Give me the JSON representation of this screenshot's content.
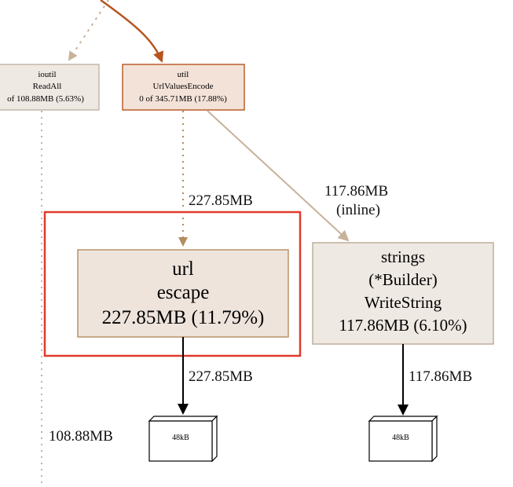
{
  "nodes": {
    "ioutil_readall": {
      "line1": "ioutil",
      "line2": "ReadAll",
      "line3": "of 108.88MB (5.63%)"
    },
    "util_urlvaluesencode": {
      "line1": "util",
      "line2": "UrlValuesEncode",
      "line3": "0 of 345.71MB (17.88%)"
    },
    "url_escape": {
      "line1": "url",
      "line2": "escape",
      "line3": "227.85MB (11.79%)"
    },
    "strings_builder_writestring": {
      "line1": "strings",
      "line2": "(*Builder)",
      "line3": "WriteString",
      "line4": "117.86MB (6.10%)"
    },
    "block_left": {
      "label": "48kB"
    },
    "block_right": {
      "label": "48kB"
    }
  },
  "edges": {
    "encode_to_escape": {
      "label": "227.85MB"
    },
    "encode_to_writestring": {
      "label": "117.86MB",
      "sublabel": "(inline)"
    },
    "escape_to_block": {
      "label": "227.85MB"
    },
    "writestring_to_block": {
      "label": "117.86MB"
    },
    "readall_down": {
      "label": "108.88MB"
    }
  },
  "colors": {
    "highlight": "#e03a2e",
    "strong_edge": "#b5541f",
    "weak_edge": "#c8b29a",
    "medium_edge": "#b48b5e",
    "node_fill_light": "#efe9e3",
    "node_fill_orange": "#f3e2d8",
    "node_border_light": "#b9a998",
    "node_border_orange": "#b5541f"
  }
}
